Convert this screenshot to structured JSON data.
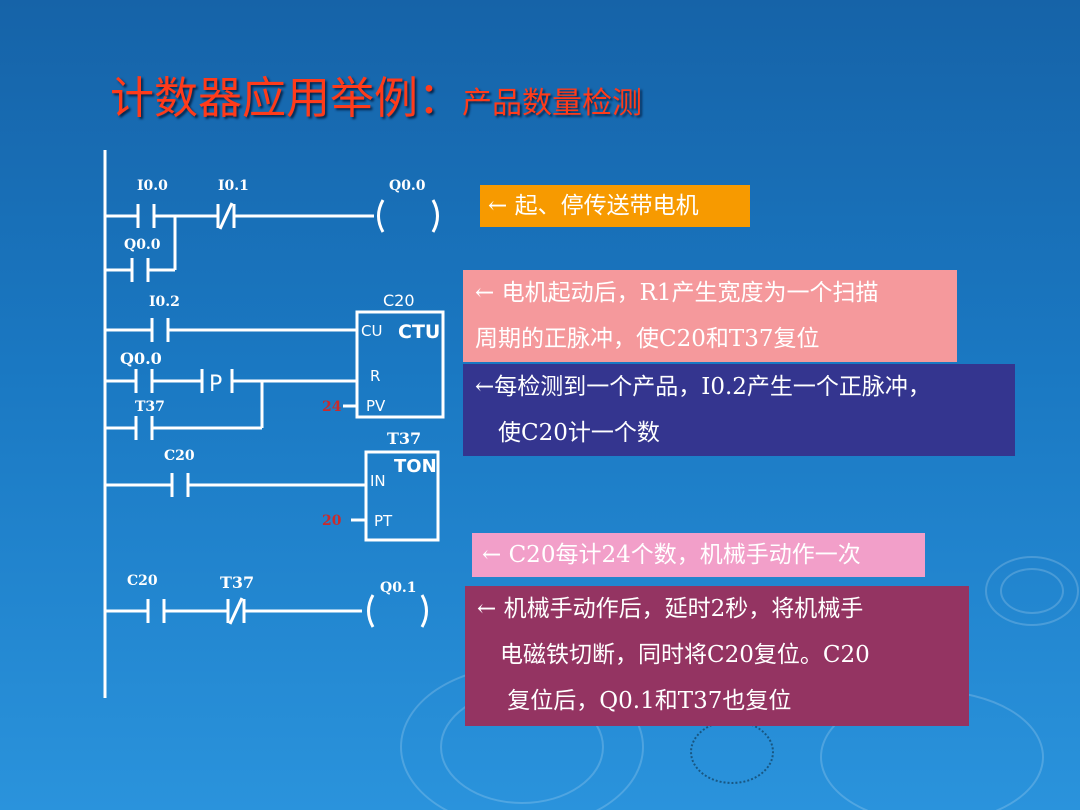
{
  "title": {
    "main": "计数器应用举例：",
    "sub": "产品数量检测"
  },
  "ladder": {
    "contact_i00": "I0.0",
    "contact_i01": "I0.1",
    "coil_q00": "Q0.0",
    "contact_q00_seal": "Q0.0",
    "contact_i02": "I0.2",
    "counter_name": "C20",
    "counter_cu": "CU",
    "counter_type": "CTU",
    "contact_q00": "Q0.0",
    "pulse_p": "P",
    "counter_r": "R",
    "contact_t37": "T37",
    "counter_pv_value": "24",
    "counter_pv": "PV",
    "timer_name": "T37",
    "contact_c20": "C20",
    "timer_type": "TON",
    "timer_in": "IN",
    "timer_pt_value": "20",
    "timer_pt": "PT",
    "contact_c20_b": "C20",
    "contact_t37_b": "T37",
    "coil_q01": "Q0.1"
  },
  "notes": {
    "n1": [
      "← 起、停传送带电机"
    ],
    "n2": [
      "← 电机起动后，R1产生宽度为一个扫描",
      "周期的正脉冲，使C20和T37复位"
    ],
    "n3": [
      "←每检测到一个产品，I0.2产生一个正脉冲，",
      "　使C20计一个数"
    ],
    "n4": [
      "← C20每计24个数，机械手动作一次"
    ],
    "n5": [
      "← 机械手动作后，延时2秒，将机械手",
      "　电磁铁切断，同时将C20复位。C20",
      "　 复位后，Q0.1和T37也复位"
    ]
  },
  "colors": {
    "title": "#ff3b1a",
    "note_orange": "#f79a00",
    "note_pink": "#f5999c",
    "note_navy": "#34358f",
    "note_lightpink": "#f29fc9",
    "note_maroon": "#943462",
    "preset_value": "#cc2a2a"
  }
}
